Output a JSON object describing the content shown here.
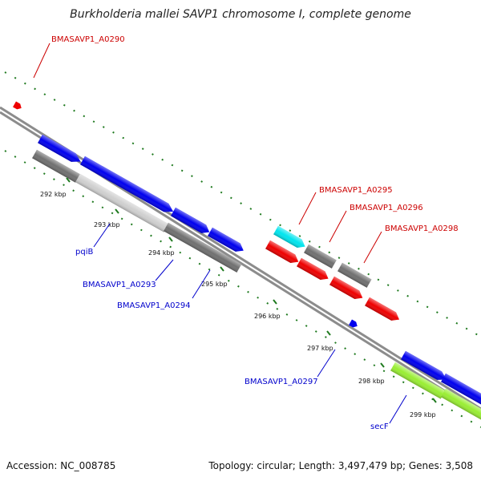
{
  "title": "Burkholderia mallei SAVP1 chromosome I, complete genome",
  "footer": {
    "accession": "Accession: NC_008785",
    "summary": "Topology: circular; Length: 3,497,479 bp; Genes: 3,508"
  },
  "colors": {
    "backbone": "#8c8c8c",
    "tick_green": "#1f7a1f",
    "forward_label": "#cc0000",
    "reverse_label": "#0000cc",
    "blue_gene": "#0000ee",
    "gray_gene": "#707070",
    "lightgray_gene": "#cfcfcf",
    "red_gene": "#ee0000",
    "cyan_gene": "#00e5ee",
    "lime_gene": "#99ee33"
  },
  "tick_labels": [
    "292 kbp",
    "293 kbp",
    "294 kbp",
    "295 kbp",
    "296 kbp",
    "297 kbp",
    "298 kbp",
    "299 kbp"
  ],
  "forward_labels": [
    "BMASAVP1_A0290",
    "BMASAVP1_A0295",
    "BMASAVP1_A0296",
    "BMASAVP1_A0298"
  ],
  "reverse_labels": [
    "pqiB",
    "BMASAVP1_A0293",
    "BMASAVP1_A0294",
    "BMASAVP1_A0297",
    "secF"
  ]
}
